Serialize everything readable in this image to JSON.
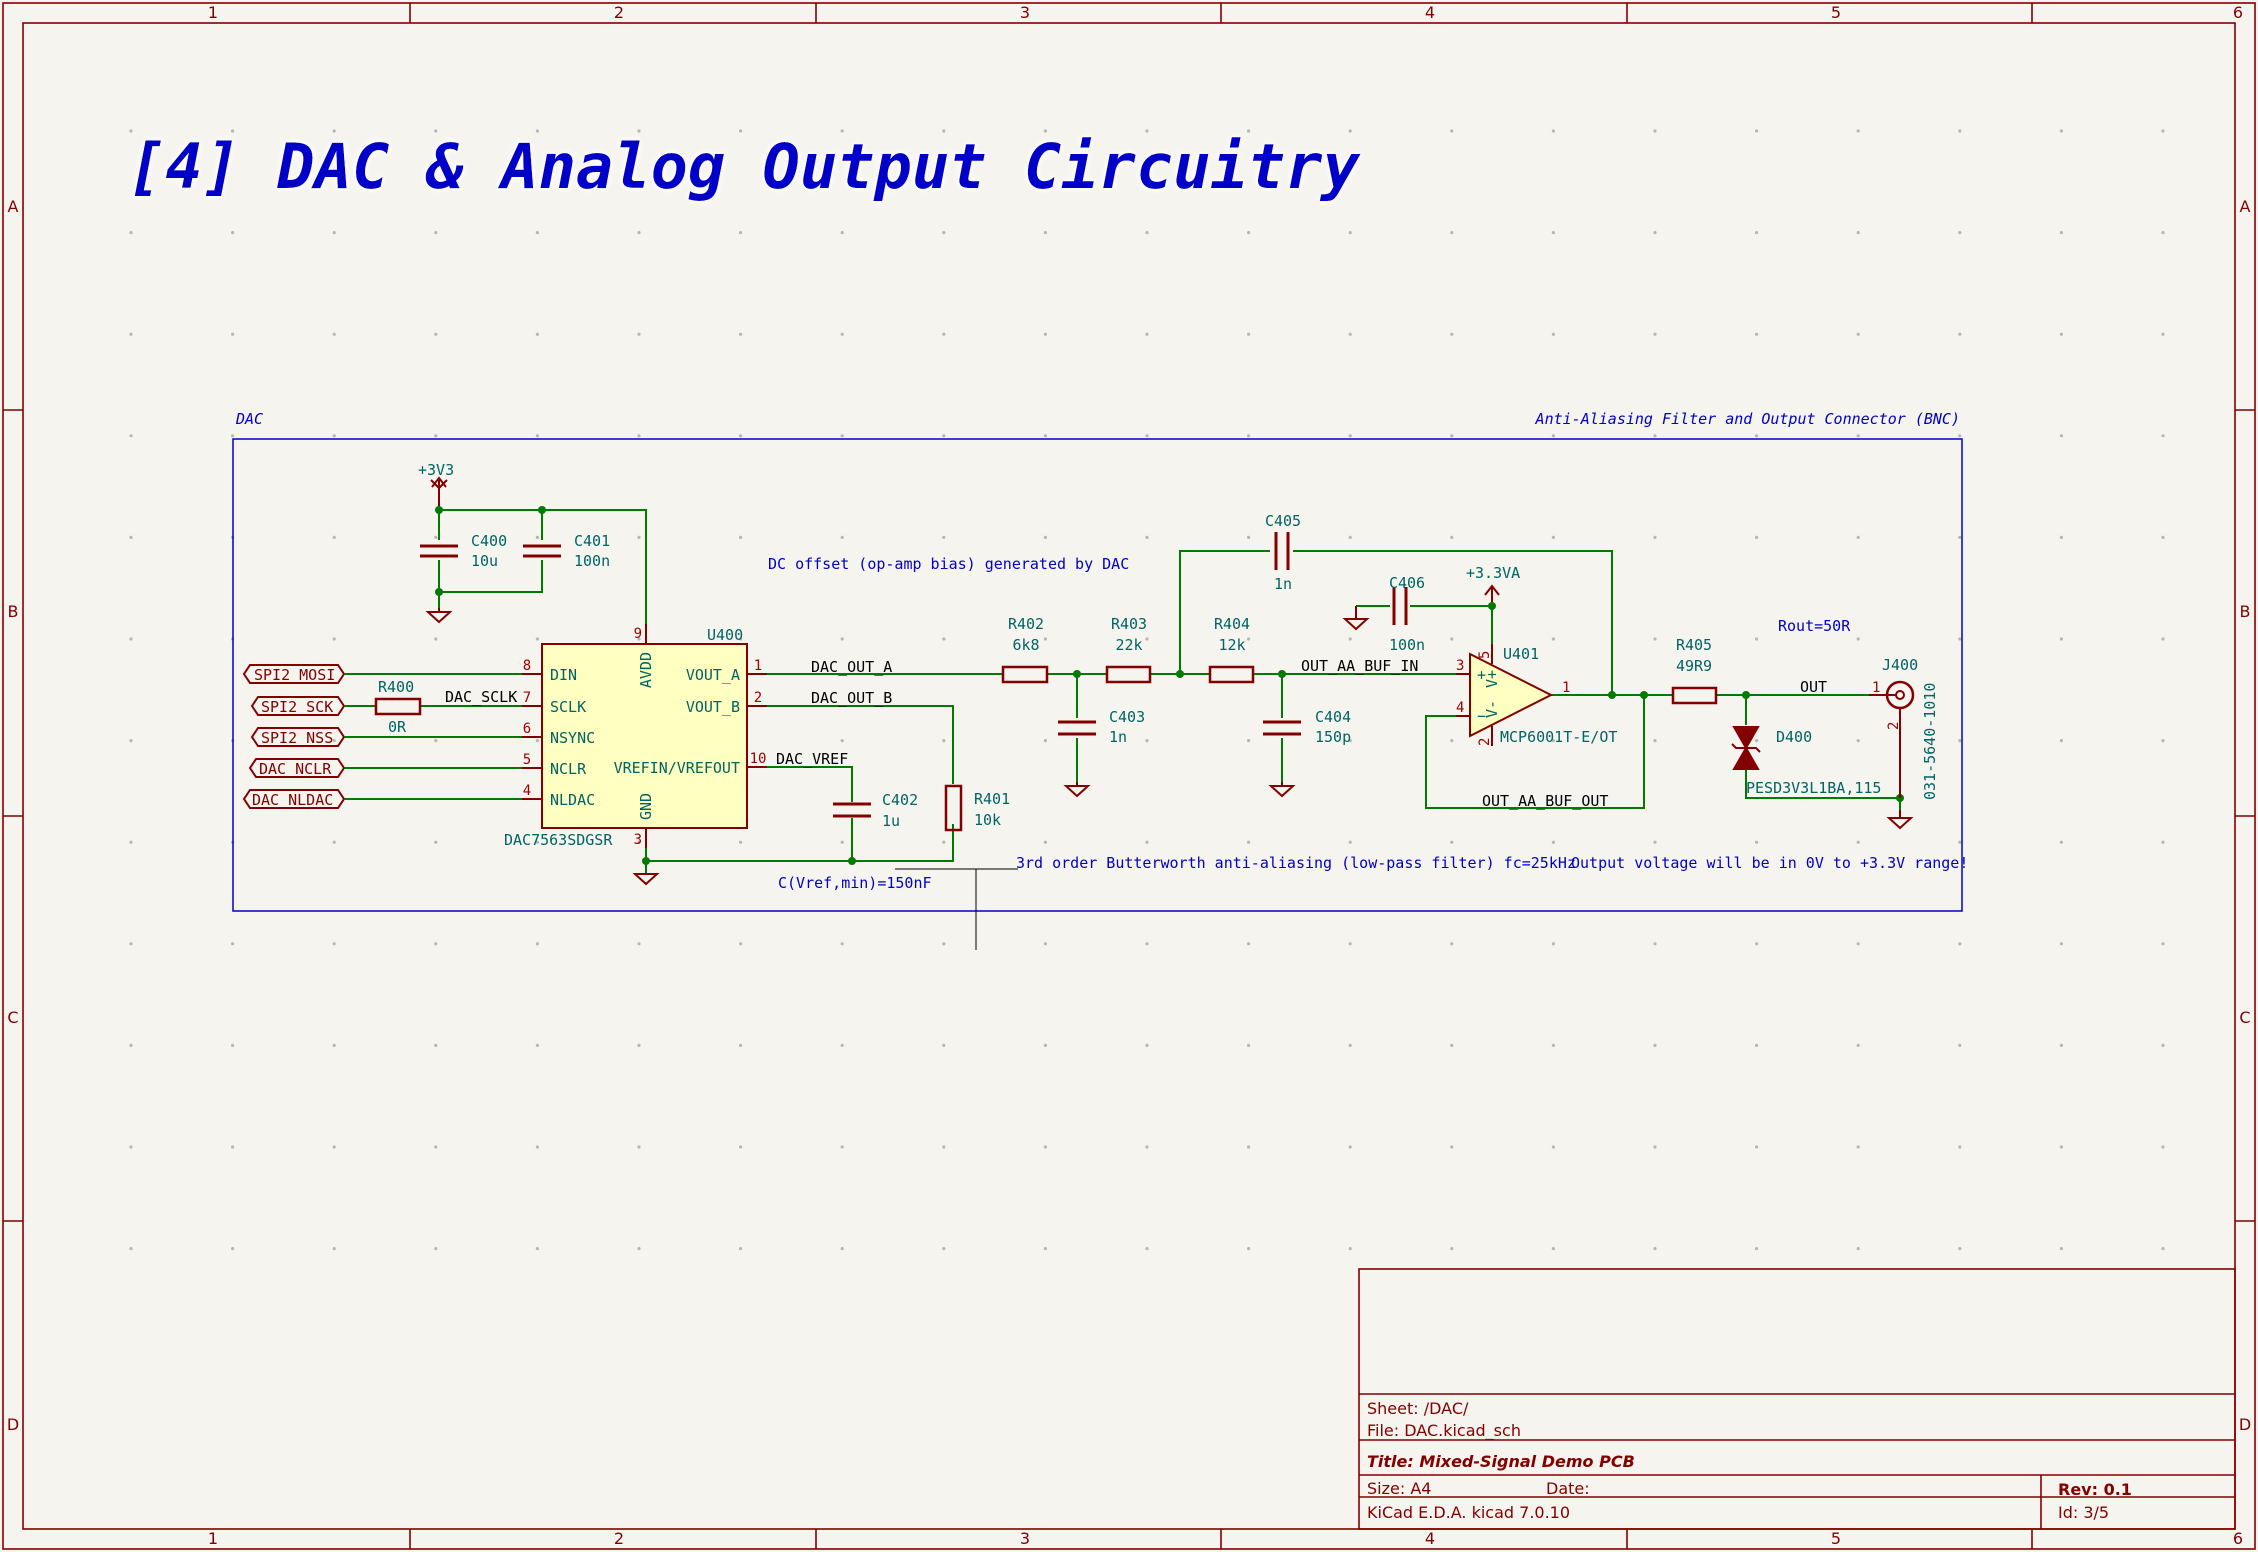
{
  "sheet_title": "[4] DAC & Analog Output Circuitry",
  "frame": {
    "columns": [
      "1",
      "2",
      "3",
      "4",
      "5",
      "6"
    ],
    "rows": [
      "A",
      "B",
      "C",
      "D"
    ]
  },
  "blocks": {
    "dac_label": "DAC",
    "filter_label": "Anti-Aliasing Filter and Output Connector (BNC)"
  },
  "notes": {
    "dc_offset": "DC offset (op-amp bias) generated by DAC",
    "filter": "3rd order Butterworth anti-aliasing (low-pass filter) fc=25kHz",
    "output_range": "Output voltage will be in 0V to +3.3V range!",
    "vref": "C(Vref,min)=150nF",
    "rout": "Rout=50R"
  },
  "power": {
    "v3v3": "+3V3",
    "v3v3a": "+3.3VA"
  },
  "hier_labels": [
    "SPI2_MOSI",
    "SPI2_SCK",
    "SPI2_NSS",
    "DAC_NCLR",
    "DAC_NLDAC"
  ],
  "nets": {
    "dac_sclk": "DAC_SCLK",
    "dac_out_a": "DAC_OUT_A",
    "dac_out_b": "DAC_OUT_B",
    "dac_vref": "DAC_VREF",
    "out_aa_buf_in": "OUT_AA_BUF_IN",
    "out_aa_buf_out": "OUT_AA_BUF_OUT",
    "out": "OUT"
  },
  "u400": {
    "ref": "U400",
    "value": "DAC7563SDGSR",
    "pins_left": [
      {
        "num": "8",
        "name": "DIN"
      },
      {
        "num": "7",
        "name": "SCLK"
      },
      {
        "num": "6",
        "name": "NSYNC"
      },
      {
        "num": "5",
        "name": "NCLR"
      },
      {
        "num": "4",
        "name": "NLDAC"
      }
    ],
    "pins_right": [
      {
        "num": "1",
        "name": "VOUT_A"
      },
      {
        "num": "2",
        "name": "VOUT_B"
      },
      {
        "num": "10",
        "name": "VREFIN/VREFOUT"
      }
    ],
    "pin_top": {
      "num": "9",
      "name": "AVDD"
    },
    "pin_bottom": {
      "num": "3",
      "name": "GND"
    }
  },
  "u401": {
    "ref": "U401",
    "value": "MCP6001T-E/OT",
    "pin_out": "1",
    "pin_inp": "3",
    "pin_inn": "4",
    "pin_vp": "5",
    "pin_vn": "2",
    "vp_label": "V+",
    "vn_label": "V-",
    "plus": "+",
    "minus": "−"
  },
  "components": {
    "c400": {
      "ref": "C400",
      "value": "10u"
    },
    "c401": {
      "ref": "C401",
      "value": "100n"
    },
    "r400": {
      "ref": "R400",
      "value": "0R"
    },
    "c402": {
      "ref": "C402",
      "value": "1u"
    },
    "r401": {
      "ref": "R401",
      "value": "10k"
    },
    "r402": {
      "ref": "R402",
      "value": "6k8"
    },
    "r403": {
      "ref": "R403",
      "value": "22k"
    },
    "r404": {
      "ref": "R404",
      "value": "12k"
    },
    "c403": {
      "ref": "C403",
      "value": "1n"
    },
    "c404": {
      "ref": "C404",
      "value": "150p"
    },
    "c405": {
      "ref": "C405",
      "value": "1n"
    },
    "c406": {
      "ref": "C406",
      "value": "100n"
    },
    "r405": {
      "ref": "R405",
      "value": "49R9"
    },
    "d400": {
      "ref": "D400",
      "value": "PESD3V3L1BA,115"
    },
    "j400": {
      "ref": "J400",
      "value": "031-5640-1010",
      "pin1": "1",
      "pin2": "2"
    }
  },
  "title_block": {
    "sheet": "Sheet: /DAC/",
    "file": "File: DAC.kicad_sch",
    "title": "Title: Mixed-Signal Demo PCB",
    "size": "Size: A4",
    "date": "Date:",
    "rev": "Rev: 0.1",
    "tool": "KiCad E.D.A.  kicad 7.0.10",
    "id": "Id: 3/5"
  },
  "colors": {
    "frame": "#840000",
    "wire": "#007a00",
    "title": "#0000c8",
    "ic_fill": "#ffffc2",
    "text_ref": "#006464",
    "background": "#f5f4ef"
  }
}
